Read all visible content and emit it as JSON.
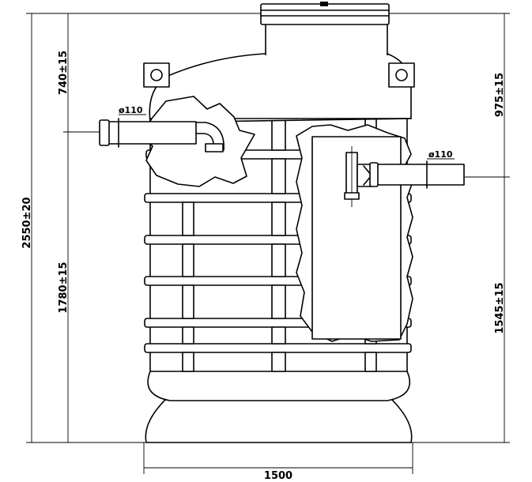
{
  "dimensions": {
    "total_height": "2550±20",
    "inlet_top": "740±15",
    "inlet_bottom": "1780±15",
    "outlet_top": "975±15",
    "outlet_bottom": "1545±15",
    "width": "1500"
  },
  "pipes": {
    "inlet": "ø110",
    "outlet": "ø110"
  }
}
